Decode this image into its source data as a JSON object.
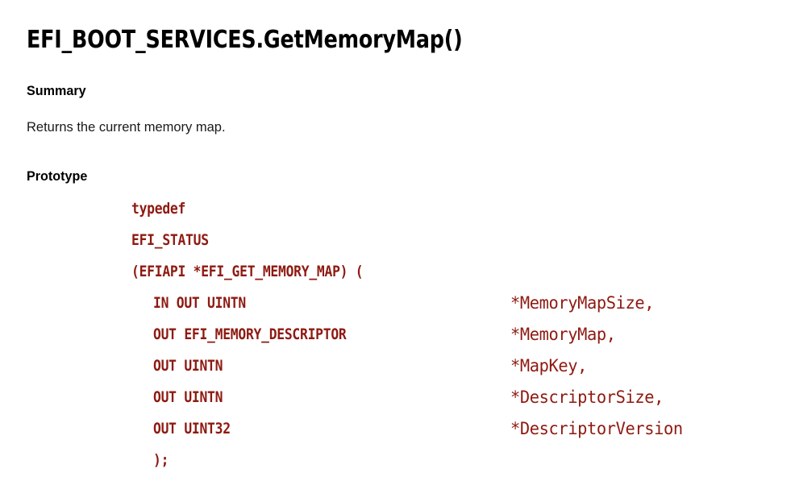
{
  "document": {
    "title": "EFI_BOOT_SERVICES.GetMemoryMap()",
    "accent_color": "#8E1A12",
    "background_color": "#FFFFFF",
    "text_color": "#000000"
  },
  "sections": {
    "summary": {
      "heading": "Summary",
      "body": "Returns the current memory map."
    },
    "prototype": {
      "heading": "Prototype"
    }
  },
  "code": {
    "lines": [
      {
        "keyword": "typedef",
        "param": "",
        "indent": false
      },
      {
        "keyword": "EFI_STATUS",
        "param": "",
        "indent": false
      },
      {
        "keyword": "(EFIAPI *EFI_GET_MEMORY_MAP) (",
        "param": "",
        "indent": false
      },
      {
        "keyword": "IN OUT UINTN",
        "param": "*MemoryMapSize,",
        "indent": true
      },
      {
        "keyword": "OUT EFI_MEMORY_DESCRIPTOR",
        "param": "*MemoryMap,",
        "indent": true
      },
      {
        "keyword": "OUT UINTN",
        "param": "*MapKey,",
        "indent": true
      },
      {
        "keyword": "OUT UINTN",
        "param": "*DescriptorSize,",
        "indent": true
      },
      {
        "keyword": "OUT UINT32",
        "param": "*DescriptorVersion",
        "indent": true
      },
      {
        "keyword": ");",
        "param": "",
        "indent": true
      }
    ]
  }
}
